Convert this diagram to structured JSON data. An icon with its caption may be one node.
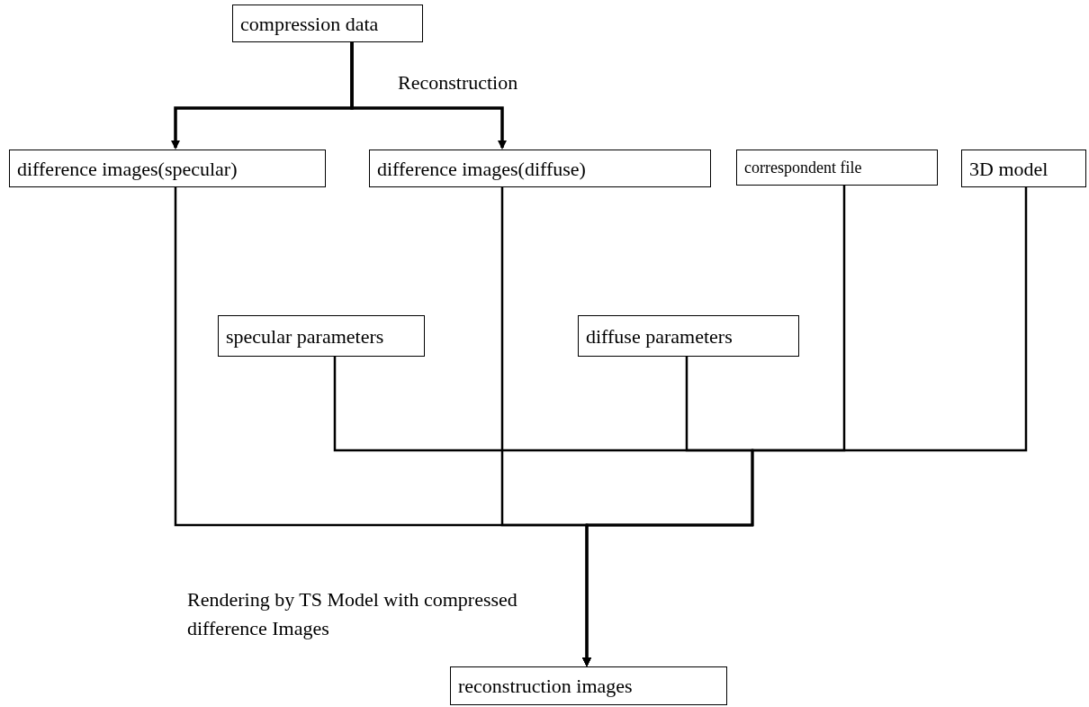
{
  "diagram": {
    "nodes": [
      {
        "text": [
          "compression data"
        ]
      },
      {
        "text": [
          "difference images(specular)"
        ]
      },
      {
        "text": [
          "difference images(diffuse)"
        ]
      },
      {
        "text": [
          "correspondent file"
        ]
      },
      {
        "text": [
          "3D model"
        ]
      },
      {
        "text": [
          "specular parameters"
        ]
      },
      {
        "text": [
          "diffuse parameters"
        ]
      },
      {
        "text": [
          "reconstruction images"
        ]
      }
    ],
    "edges": [
      {
        "from": 0,
        "to": 1,
        "arrow": "to"
      },
      {
        "from": 0,
        "to": 2,
        "arrow": "to"
      },
      {
        "from": 1,
        "to": 7,
        "arrow": "to"
      },
      {
        "from": 2,
        "to": 7,
        "arrow": "to"
      },
      {
        "from": 3,
        "to": 7,
        "arrow": "to"
      },
      {
        "from": 4,
        "to": 7,
        "arrow": "to"
      },
      {
        "from": 5,
        "to": 7,
        "arrow": "to"
      },
      {
        "from": 6,
        "to": 7,
        "arrow": "to"
      }
    ],
    "labels": [
      "Reconstruction",
      "Rendering by TS Model with compressed difference Images"
    ]
  }
}
